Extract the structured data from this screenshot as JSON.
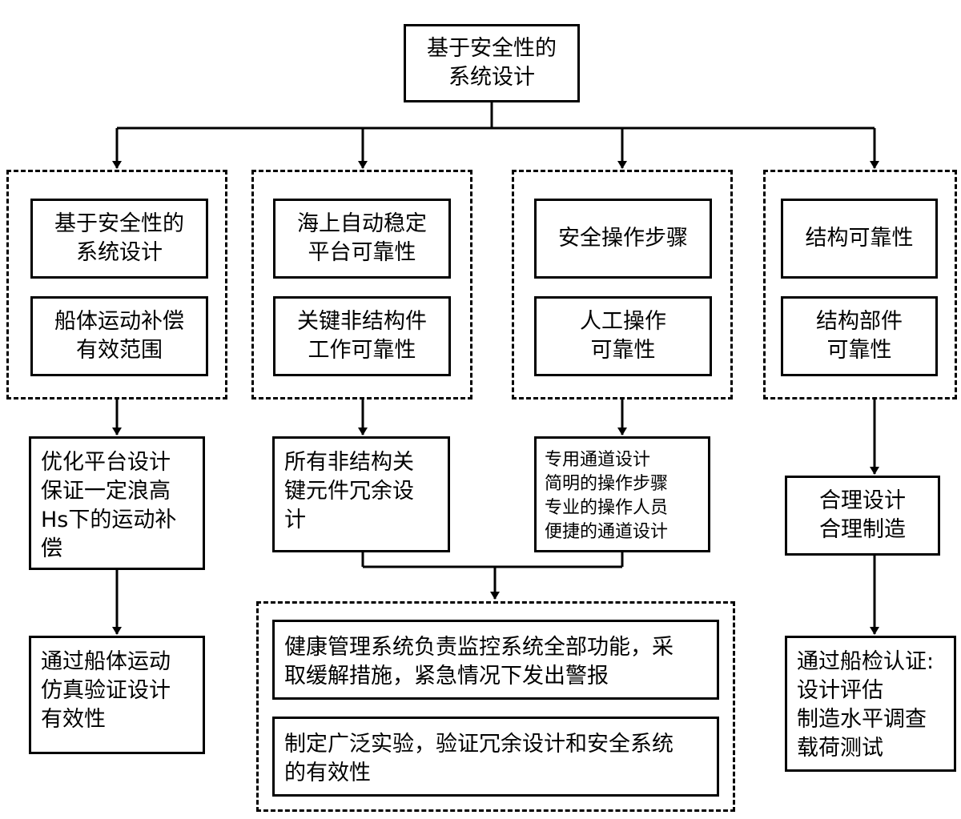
{
  "root": "基于安全性的\n系统设计",
  "groups": [
    {
      "items": [
        "基于安全性的\n系统设计",
        "船体运动补偿\n有效范围"
      ]
    },
    {
      "items": [
        "海上自动稳定\n平台可靠性",
        "关键非结构件\n工作可靠性"
      ]
    },
    {
      "items": [
        "安全操作步骤",
        "人工操作\n可靠性"
      ]
    },
    {
      "items": [
        "结构可靠性",
        "结构部件\n可靠性"
      ]
    }
  ],
  "outcomes": {
    "col1_a": "优化平台设计\n保证一定浪高\nHs下的运动补\n偿",
    "col1_b": "通过船体运动\n仿真验证设计\n有效性",
    "col2": "所有非结构关\n键元件冗余设\n计",
    "col3": "专用通道设计\n简明的操作步骤\n专业的操作人员\n便捷的通道设计",
    "col4_a": "合理设计\n合理制造",
    "col4_b": "通过船检认证:\n设计评估\n制造水平调查\n载荷测试"
  },
  "bottom_group": {
    "items": [
      "健康管理系统负责监控系统全部功能，采\n取缓解措施，紧急情况下发出警报",
      "制定广泛实验，验证冗余设计和安全系统\n的有效性"
    ]
  }
}
